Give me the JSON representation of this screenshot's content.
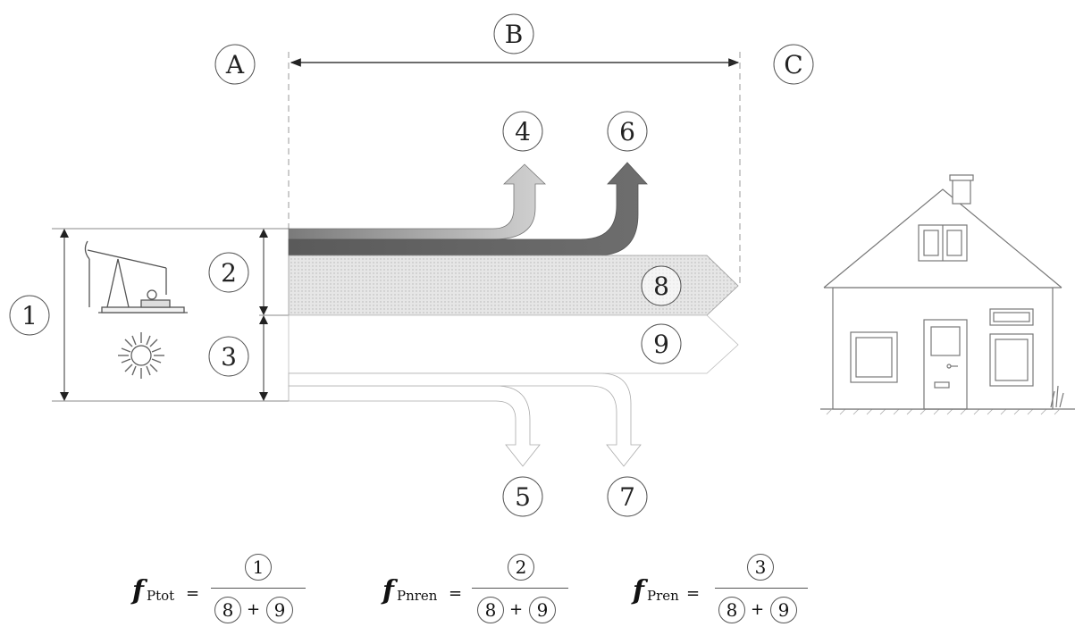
{
  "labels": {
    "a": "A",
    "b": "B",
    "c": "C",
    "n1": "1",
    "n2": "2",
    "n3": "3",
    "n4": "4",
    "n5": "5",
    "n6": "6",
    "n7": "7",
    "n8": "8",
    "n9": "9"
  },
  "formulas": [
    {
      "f": "f",
      "sub": "Ptot",
      "eq": "=",
      "num": "1",
      "d1": "8",
      "plus": "+",
      "d2": "9"
    },
    {
      "f": "f",
      "sub": "Pnren",
      "eq": "=",
      "num": "2",
      "d1": "8",
      "plus": "+",
      "d2": "9"
    },
    {
      "f": "f",
      "sub": "Pren",
      "eq": "=",
      "num": "3",
      "d1": "8",
      "plus": "+",
      "d2": "9"
    }
  ]
}
